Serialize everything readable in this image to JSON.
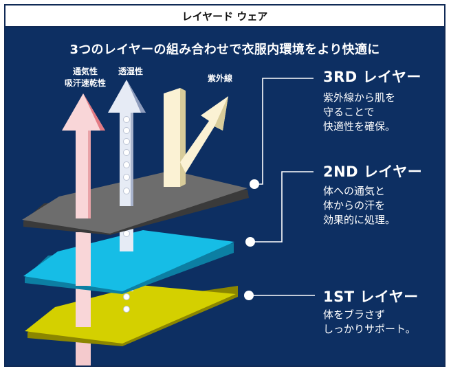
{
  "title": "レイヤード ウェア",
  "headline": "3つのレイヤーの組み合わせで衣服内環境をより快適に",
  "arrows": [
    {
      "label_lines": [
        "通気性",
        "吸汗速乾性"
      ],
      "color": "#f9d6d8"
    },
    {
      "label_lines": [
        "透湿性"
      ],
      "color": "#e6ebf5"
    },
    {
      "label_lines": [
        "紫外線"
      ],
      "color": "#fbf2d4"
    }
  ],
  "layers": [
    {
      "title": "3RD レイヤー",
      "desc_lines": [
        "紫外線から肌を",
        "守ることで",
        "快適性を確保。"
      ],
      "color": "#6d6d6d"
    },
    {
      "title": "2ND レイヤー",
      "desc_lines": [
        "体への通気と",
        "体からの汗を",
        "効果的に処理。"
      ],
      "color": "#16bde6"
    },
    {
      "title": "1ST レイヤー",
      "desc_lines": [
        "体をブラさず",
        "しっかりサポート。"
      ],
      "color": "#d4d000"
    }
  ]
}
